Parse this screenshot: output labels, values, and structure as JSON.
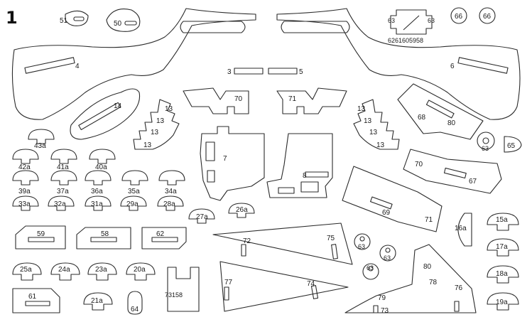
{
  "sheet": {
    "number": "1"
  },
  "labels": {
    "p51": "51",
    "p50": "50",
    "p4": "4",
    "p3": "3",
    "p5": "5",
    "p6": "6",
    "p70a": "70",
    "p71a": "71",
    "p14": "14",
    "p13_l1": "13",
    "p13_l2": "13",
    "p13_l3": "13",
    "p13_l4": "13",
    "p13_r1": "13",
    "p13_r2": "13",
    "p13_r3": "13",
    "p13_r4": "13",
    "p63a": "63",
    "p63b": "63",
    "strip_code": "6261605958",
    "p66a": "66",
    "p66b": "66",
    "p68": "68",
    "p80a": "80",
    "p65": "65",
    "p63c": "63",
    "p70b": "70",
    "p67": "67",
    "p7": "7",
    "p8": "8",
    "p69": "69",
    "p71b": "71",
    "p43a": "43a",
    "p42a": "42a",
    "p41a": "41a",
    "p40a": "40a",
    "p39a": "39a",
    "p37a": "37a",
    "p36a": "36a",
    "p35a": "35a",
    "p34a": "34a",
    "p33a": "33a",
    "p32a": "32a",
    "p31a": "31a",
    "p29a": "29a",
    "p28a": "28a",
    "p27a": "27a",
    "p26a": "26a",
    "p59": "59",
    "p58": "58",
    "p62": "62",
    "p72": "72",
    "p75": "75",
    "p63d": "63",
    "p63e": "63",
    "p63f": "63",
    "p16a": "16a",
    "p15a": "15a",
    "p17a": "17a",
    "p18a": "18a",
    "p19a": "19a",
    "p25a": "25a",
    "p24a": "24a",
    "p23a": "23a",
    "p20a": "20a",
    "code73158": "73158",
    "p77": "77",
    "p74": "74",
    "p80b": "80",
    "p78": "78",
    "p76": "76",
    "p79": "79",
    "p73": "73",
    "p61": "61",
    "p21a": "21a",
    "p64": "64"
  }
}
